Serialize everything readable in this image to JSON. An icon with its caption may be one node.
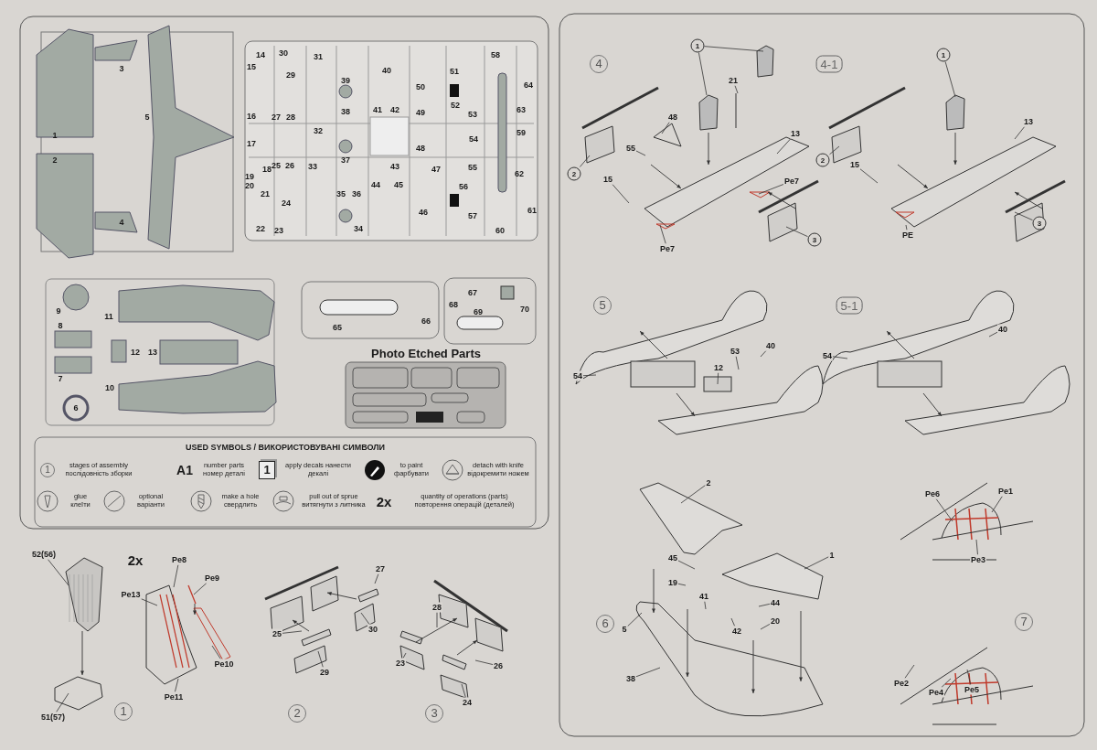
{
  "diagram": {
    "nodes": [
      {
        "text": [
          "52(56)"
        ]
      },
      {
        "text": [
          "51(57)"
        ]
      },
      {
        "text": [
          "Pe8"
        ]
      },
      {
        "text": [
          "Pe9"
        ]
      },
      {
        "text": [
          "Pe13"
        ]
      },
      {
        "text": [
          "Pe11"
        ]
      },
      {
        "text": [
          "Pe10"
        ]
      },
      {
        "text": [
          "27"
        ]
      },
      {
        "text": [
          "25"
        ]
      },
      {
        "text": [
          "30"
        ]
      },
      {
        "text": [
          "29"
        ]
      },
      {
        "text": [
          "28"
        ]
      },
      {
        "text": [
          "23"
        ]
      },
      {
        "text": [
          "26"
        ]
      },
      {
        "text": [
          "24"
        ]
      },
      {
        "text": [
          "1"
        ]
      },
      {
        "text": [
          "21"
        ]
      },
      {
        "text": [
          "48"
        ]
      },
      {
        "text": [
          "55"
        ]
      },
      {
        "text": [
          "13"
        ]
      },
      {
        "text": [
          "2"
        ]
      },
      {
        "text": [
          "15"
        ]
      },
      {
        "text": [
          "Pe7"
        ]
      },
      {
        "text": [
          "Pe7"
        ]
      },
      {
        "text": [
          "3"
        ]
      },
      {
        "text": [
          "1"
        ]
      },
      {
        "text": [
          "13"
        ]
      },
      {
        "text": [
          "2"
        ]
      },
      {
        "text": [
          "15"
        ]
      },
      {
        "text": [
          "PE"
        ]
      },
      {
        "text": [
          "3"
        ]
      },
      {
        "text": [
          "53"
        ]
      },
      {
        "text": [
          "40"
        ]
      },
      {
        "text": [
          "54"
        ]
      },
      {
        "text": [
          "12"
        ]
      },
      {
        "text": [
          "54"
        ]
      },
      {
        "text": [
          "40"
        ]
      },
      {
        "text": [
          "2"
        ]
      },
      {
        "text": [
          "45"
        ]
      },
      {
        "text": [
          "1"
        ]
      },
      {
        "text": [
          "19"
        ]
      },
      {
        "text": [
          "41"
        ]
      },
      {
        "text": [
          "44"
        ]
      },
      {
        "text": [
          "5"
        ]
      },
      {
        "text": [
          "42"
        ]
      },
      {
        "text": [
          "20"
        ]
      },
      {
        "text": [
          "38"
        ]
      },
      {
        "text": [
          "Pe6"
        ]
      },
      {
        "text": [
          "Pe1"
        ]
      },
      {
        "text": [
          "Pe3"
        ]
      },
      {
        "text": [
          "Pe2"
        ]
      },
      {
        "text": [
          "Pe4"
        ]
      },
      {
        "text": [
          "Pe5"
        ]
      }
    ],
    "edges": [
      {
        "from": 0,
        "to": null,
        "arrow": "none"
      },
      {
        "from": 1,
        "to": null,
        "arrow": "none"
      },
      {
        "from": 2,
        "to": null,
        "arrow": "none"
      },
      {
        "from": 3,
        "to": null,
        "arrow": "none"
      },
      {
        "from": 4,
        "to": null,
        "arrow": "none"
      },
      {
        "from": 5,
        "to": null,
        "arrow": "none"
      },
      {
        "from": 6,
        "to": null,
        "arrow": "none"
      },
      {
        "from": 7,
        "to": null,
        "arrow": "none"
      },
      {
        "from": 8,
        "to": null,
        "arrow": "none"
      },
      {
        "from": 9,
        "to": null,
        "arrow": "none"
      },
      {
        "from": 10,
        "to": null,
        "arrow": "none"
      },
      {
        "from": 11,
        "to": null,
        "arrow": "none"
      },
      {
        "from": 12,
        "to": null,
        "arrow": "none"
      },
      {
        "from": 13,
        "to": null,
        "arrow": "none"
      },
      {
        "from": 14,
        "to": null,
        "arrow": "none"
      },
      {
        "from": 15,
        "to": null,
        "arrow": "none"
      },
      {
        "from": 15,
        "to": null,
        "arrow": "none"
      },
      {
        "from": 16,
        "to": null,
        "arrow": "none"
      },
      {
        "from": 17,
        "to": null,
        "arrow": "none"
      },
      {
        "from": 18,
        "to": null,
        "arrow": "none"
      },
      {
        "from": 19,
        "to": null,
        "arrow": "none"
      },
      {
        "from": 20,
        "to": null,
        "arrow": "none"
      },
      {
        "from": 21,
        "to": null,
        "arrow": "none"
      },
      {
        "from": 22,
        "to": null,
        "arrow": "none"
      },
      {
        "from": 23,
        "to": null,
        "arrow": "none"
      },
      {
        "from": 24,
        "to": null,
        "arrow": "none"
      },
      {
        "from": 25,
        "to": null,
        "arrow": "none"
      },
      {
        "from": 26,
        "to": null,
        "arrow": "none"
      },
      {
        "from": 27,
        "to": null,
        "arrow": "none"
      },
      {
        "from": 28,
        "to": null,
        "arrow": "none"
      },
      {
        "from": 29,
        "to": null,
        "arrow": "none"
      },
      {
        "from": 30,
        "to": null,
        "arrow": "none"
      },
      {
        "from": 31,
        "to": null,
        "arrow": "none"
      },
      {
        "from": 32,
        "to": null,
        "arrow": "none"
      },
      {
        "from": 33,
        "to": null,
        "arrow": "none"
      },
      {
        "from": 34,
        "to": null,
        "arrow": "none"
      },
      {
        "from": 35,
        "to": null,
        "arrow": "none"
      },
      {
        "from": 36,
        "to": null,
        "arrow": "none"
      },
      {
        "from": 37,
        "to": null,
        "arrow": "none"
      },
      {
        "from": 38,
        "to": null,
        "arrow": "none"
      },
      {
        "from": 39,
        "to": null,
        "arrow": "none"
      },
      {
        "from": 40,
        "to": null,
        "arrow": "none"
      },
      {
        "from": 41,
        "to": null,
        "arrow": "none"
      },
      {
        "from": 42,
        "to": null,
        "arrow": "none"
      },
      {
        "from": 43,
        "to": null,
        "arrow": "none"
      },
      {
        "from": 44,
        "to": null,
        "arrow": "none"
      },
      {
        "from": 45,
        "to": null,
        "arrow": "none"
      },
      {
        "from": 46,
        "to": null,
        "arrow": "none"
      },
      {
        "from": 47,
        "to": null,
        "arrow": "none"
      },
      {
        "from": 48,
        "to": null,
        "arrow": "none"
      },
      {
        "from": 49,
        "to": null,
        "arrow": "none"
      },
      {
        "from": 50,
        "to": null,
        "arrow": "none"
      },
      {
        "from": 51,
        "to": null,
        "arrow": "none"
      },
      {
        "from": 52,
        "to": null,
        "arrow": "none"
      }
    ],
    "labels": [
      "3",
      "1",
      "5",
      "2",
      "4",
      "14",
      "15",
      "16",
      "17",
      "18",
      "19",
      "20",
      "21",
      "22",
      "30",
      "29",
      "27",
      "28",
      "25",
      "26",
      "24",
      "23",
      "31",
      "32",
      "33",
      "39",
      "38",
      "37",
      "35",
      "36",
      "34",
      "40",
      "41",
      "42",
      "43",
      "44",
      "45",
      "50",
      "49",
      "48",
      "47",
      "46",
      "51",
      "52",
      "53",
      "54",
      "55",
      "56",
      "57",
      "58",
      "59",
      "60",
      "64",
      "63",
      "62",
      "61",
      "9",
      "11",
      "8",
      "12",
      "13",
      "7",
      "10",
      "6",
      "65",
      "66",
      "67",
      "68",
      "69",
      "70",
      "Photo Etched Parts",
      "USED SYMBOLS / ВИКОРИСТОВУВАНІ СИМВОЛИ",
      "1",
      "A1",
      "1",
      "2x",
      "2x",
      "1",
      "2",
      "3",
      "4",
      "4-1",
      "5",
      "5-1",
      "6",
      "7"
    ],
    "legend": [
      {
        "text": "stages of assembly послідовність зборки"
      },
      {
        "text": "number parts номер деталі"
      },
      {
        "text": "apply decals нанести декалі"
      },
      {
        "text": "to paint фарбувати"
      },
      {
        "text": "detach with knife відокремити ножем"
      },
      {
        "text": "glue клеїти"
      },
      {
        "text": "optional варіанти"
      },
      {
        "text": "make a hole свердлить"
      },
      {
        "text": "pull out of sprue витягнути з литника"
      },
      {
        "text": "quantity of operations (parts) повторення операцій (деталей)"
      }
    ]
  }
}
